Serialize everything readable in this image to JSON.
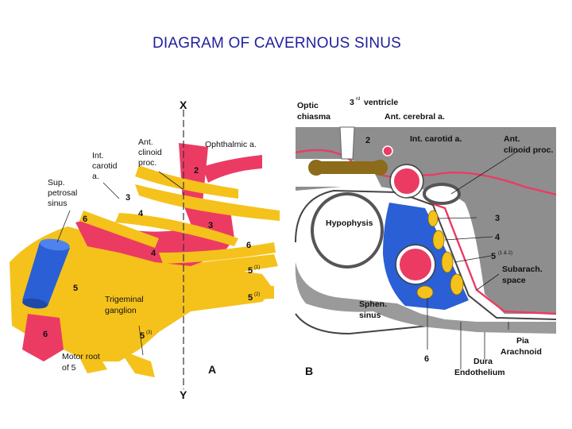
{
  "title": "DIAGRAM OF CAVERNOUS SINUS",
  "colors": {
    "nerve_yellow": "#f5c21c",
    "vessel_red": "#ec3b63",
    "sinus_blue": "#2a5fd6",
    "bone_gray": "#9a9a9a",
    "ventricle_brown": "#8c6b1a",
    "title_blue": "#1f1f9e"
  },
  "panel_a": {
    "letter": "A",
    "axis_top": "X",
    "axis_bottom": "Y",
    "labels": {
      "ant_clinoid": [
        "Ant.",
        "clinoid",
        "proc."
      ],
      "ophthalmic": "Ophthalmic a.",
      "int_carotid": [
        "Int.",
        "carotid",
        "a."
      ],
      "sup_petrosal": [
        "Sup.",
        "petrosal",
        "sinus"
      ],
      "trigeminal": [
        "Trigeminal",
        "ganglion"
      ],
      "motor_root": [
        "Motor root",
        "of 5"
      ]
    },
    "numbers": {
      "n2": "2",
      "n3_upper": "3",
      "n4_upper": "4",
      "n6_left": "6",
      "n3_lower": "3",
      "n6_right": "6",
      "n4_lower": "4",
      "n5_mid": "5",
      "n5_1": "5",
      "n5_1_sup": "(1)",
      "n5_2": "5",
      "n5_2_sup": "(2)",
      "n5_3": "5",
      "n5_3_sup": "(3)",
      "n6_bottom": "6"
    }
  },
  "panel_b": {
    "letter": "B",
    "labels": {
      "optic_chiasma": [
        "Optic",
        "chiasma"
      ],
      "third_ventricle_num": "3",
      "third_ventricle_sup": "rd",
      "third_ventricle_word": "ventricle",
      "ant_cerebral": "Ant. cerebral a.",
      "num2": "2",
      "int_carotid": "Int. carotid a.",
      "ant_clinoid": [
        "Ant.",
        "clinoid proc."
      ],
      "hypophysis": "Hypophysis",
      "num3": "3",
      "num4": "4",
      "num5": "5",
      "num5_sup": "(1 & 2)",
      "subarach": [
        "Subarach.",
        "space"
      ],
      "sphen": [
        "Sphen.",
        "sinus"
      ],
      "pia": "Pia",
      "arachnoid": "Arachnoid",
      "num6": "6",
      "dura": "Dura",
      "endothelium": "Endothelium"
    }
  }
}
